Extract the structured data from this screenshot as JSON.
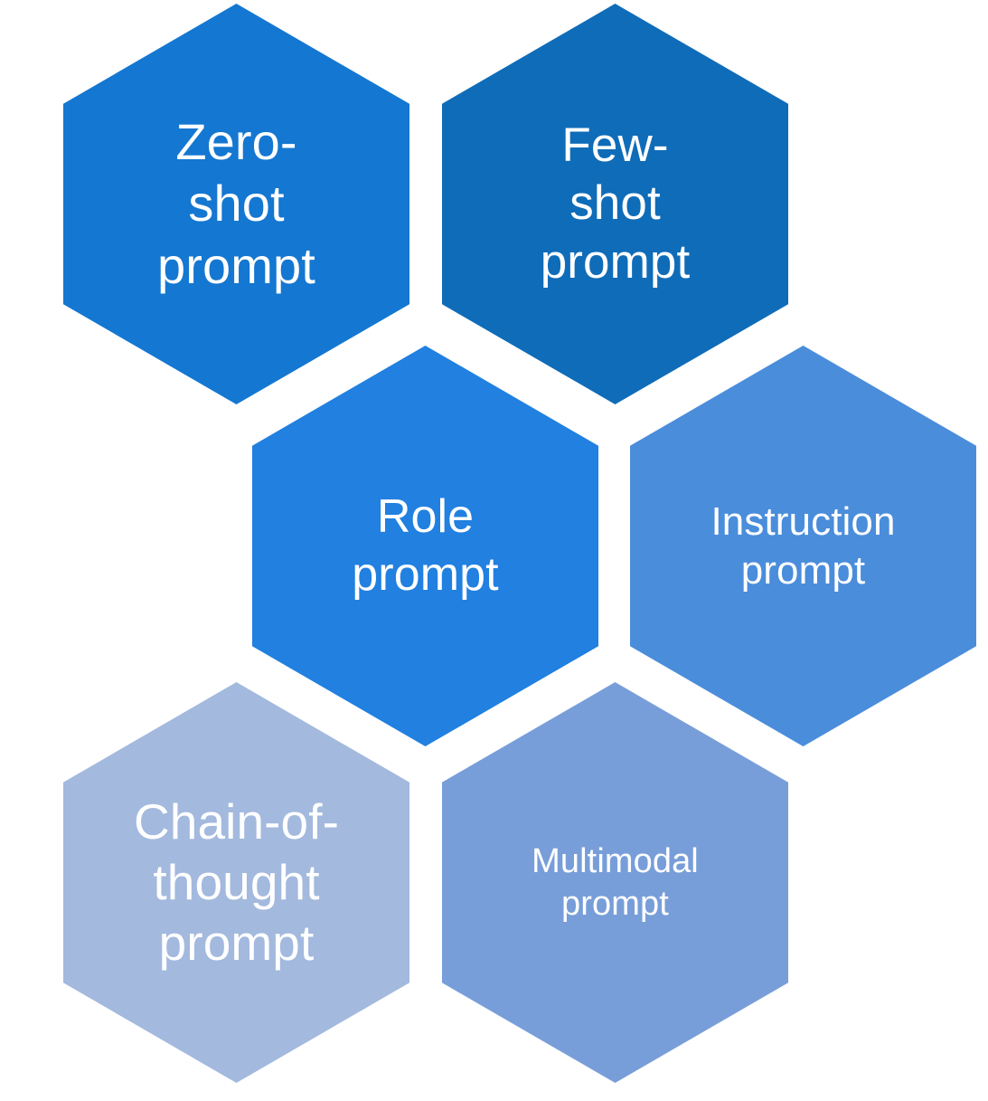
{
  "diagram": {
    "type": "honeycomb-hexagon-grid",
    "background_color": "#FFFFFF",
    "text_color": "#FFFFFF",
    "cells": [
      {
        "id": "zero-shot",
        "label": "Zero-\nshot\nprompt",
        "color": "#1477D1"
      },
      {
        "id": "few-shot",
        "label": "Few-\nshot\nprompt",
        "color": "#0F6CB8"
      },
      {
        "id": "role",
        "label": "Role\nprompt",
        "color": "#2180E0"
      },
      {
        "id": "instruction",
        "label": "Instruction\nprompt",
        "color": "#4A8DDB"
      },
      {
        "id": "chain-of-thought",
        "label": "Chain-of-\nthought\nprompt",
        "color": "#A3B9DE"
      },
      {
        "id": "multimodal",
        "label": "Multimodal\nprompt",
        "color": "#789ED9"
      }
    ]
  }
}
